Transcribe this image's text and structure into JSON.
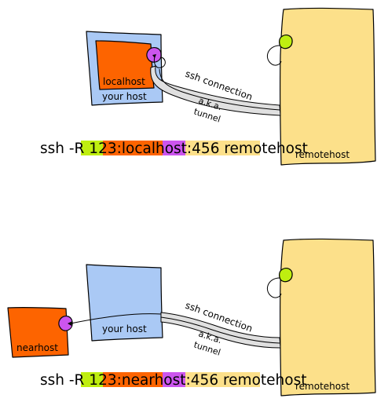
{
  "colors": {
    "remote_box": "#fce08a",
    "your_host_box": "#aac9f5",
    "local_box": "#fd6400",
    "port_connector": "#cc55ee",
    "remote_connector": "#bfee10",
    "highlight_port_123": "#bfee10",
    "highlight_host": "#fd6400",
    "highlight_host_suffix": "#cc55ee",
    "highlight_remote": "#fce08a",
    "tunnel_fill": "#e0e0e0"
  },
  "top": {
    "inner_box_label": "localhost",
    "host_label": "your host",
    "connection_label": "ssh connection",
    "tunnel_label_line1": "a.k.a.",
    "tunnel_label_line2": "tunnel",
    "remote_label": "remotehost",
    "command": {
      "p1": "ssh -R ",
      "p2": "12",
      "p3": "3:",
      "p4": "localho",
      "p5": "st",
      "p6": ":456 remotehost"
    }
  },
  "bottom": {
    "outer_box_label": "nearhost",
    "host_label": "your host",
    "connection_label": "ssh connection",
    "tunnel_label_line1": "a.k.a.",
    "tunnel_label_line2": "tunnel",
    "remote_label": "remotehost",
    "command": {
      "p1": "ssh -R ",
      "p2": "12",
      "p3": "3:",
      "p4": "nearho",
      "p5": "st",
      "p6": ":456 remotehost"
    }
  }
}
